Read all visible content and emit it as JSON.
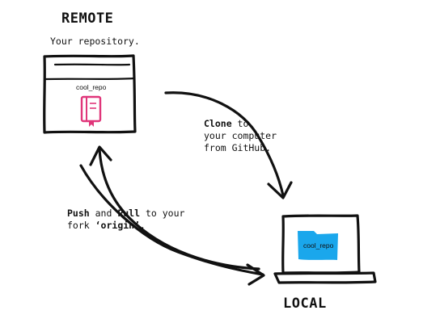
{
  "remote": {
    "heading": "REMOTE",
    "caption": "Your repository.",
    "repo_name": "cool_repo",
    "icon": "repo-book-icon",
    "icon_color": "#e0367a"
  },
  "local": {
    "heading": "LOCAL",
    "repo_name": "cool_repo",
    "icon": "folder-icon",
    "folder_color": "#1aa7ec"
  },
  "clone_note": {
    "bold": "Clone",
    "after_bold": " to",
    "line2": "your computer",
    "line3": "from GitHub."
  },
  "sync_note": {
    "push": "Push",
    "and": " and ",
    "pull": "Pull",
    "rest_line1": " to your",
    "line2_prefix": "fork ",
    "origin": "‘origin’",
    "line2_suffix": "."
  }
}
